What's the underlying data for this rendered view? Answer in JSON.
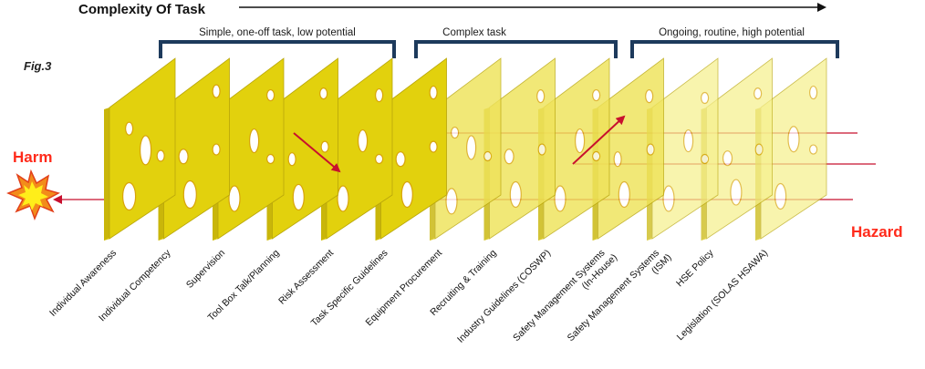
{
  "header": {
    "title": "Complexity Of Task",
    "figure_label": "Fig.3",
    "harm_label": "Harm",
    "hazard_label": "Hazard"
  },
  "groups": [
    {
      "label": "Simple, one-off task, low potential"
    },
    {
      "label": "Complex task"
    },
    {
      "label": "Ongoing, routine, high potential"
    }
  ],
  "colors": {
    "accent_red": "#ff2a1a",
    "ray": "#c8102e",
    "bracket": "#1d3a5c",
    "slice_dark": "#e2d10d",
    "slice_mid": "#efe35a",
    "slice_light": "#f6f08e"
  },
  "slices": [
    {
      "label": "Individual Awareness",
      "shade": "dark"
    },
    {
      "label": "Individual Competency",
      "shade": "dark"
    },
    {
      "label": "Supervision",
      "shade": "dark"
    },
    {
      "label": "Tool Box Talk/Planning",
      "shade": "dark"
    },
    {
      "label": "Risk Assessment",
      "shade": "dark"
    },
    {
      "label": "Task Specific Guidelines",
      "shade": "dark"
    },
    {
      "label": "Equipment Procurement",
      "shade": "mid"
    },
    {
      "label": "Recruiting & Training",
      "shade": "mid"
    },
    {
      "label": "Industry Guidelines (COSWP)",
      "shade": "mid"
    },
    {
      "label": "Safety Management Systems",
      "label2": "(In-House)",
      "shade": "mid"
    },
    {
      "label": "Safety Management Systems",
      "label2": "(ISM)",
      "shade": "light"
    },
    {
      "label": "HSE Policy",
      "shade": "light"
    },
    {
      "label": "Legislation (SOLAS HSAWA)",
      "shade": "light"
    }
  ]
}
